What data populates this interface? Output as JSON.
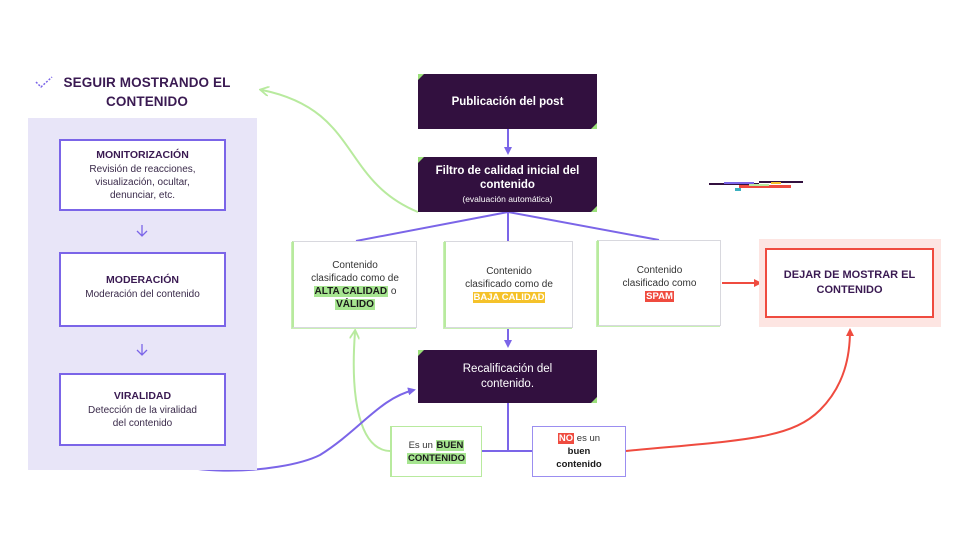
{
  "left": {
    "title_line1": "SEGUIR MOSTRANDO EL",
    "title_line2": "CONTENIDO",
    "monitor": {
      "title": "MONITORIZACIÓN",
      "line1": "Revisión de reacciones,",
      "line2": "visualización, ocultar,",
      "line3": "denunciar, etc."
    },
    "moderation": {
      "title": "MODERACIÓN",
      "line1": "Moderación del contenido"
    },
    "virality": {
      "title": "VIRALIDAD",
      "line1": "Detección de la viralidad",
      "line2": "del contenido"
    }
  },
  "flow": {
    "post": "Publicación del post",
    "filter_line1": "Filtro de calidad inicial del",
    "filter_line2": "contenido",
    "filter_sub": "(evaluación automática)",
    "recal_line1": "Recalificación del",
    "recal_line2": "contenido."
  },
  "classes": {
    "high": {
      "line1": "Contenido",
      "line2": "clasificado como de",
      "tag": "ALTA CALIDAD",
      "mid": " o",
      "tag2": "VÁLIDO"
    },
    "low": {
      "line1": "Contenido",
      "line2": "clasificado como de",
      "tag": "BAJA CALIDAD"
    },
    "spam": {
      "line1": "Contenido",
      "line2": "clasificado como",
      "tag": "SPAM"
    }
  },
  "stop": {
    "line1": "DEJAR DE MOSTRAR EL",
    "line2": "CONTENIDO"
  },
  "results": {
    "good": {
      "pre": "Es un ",
      "tag1": "BUEN",
      "tag2": "CONTENIDO"
    },
    "bad": {
      "tag": "NO",
      "post": " es un",
      "line2": "buen",
      "line3": "contenido"
    }
  },
  "colors": {
    "purple": "#7b65e8",
    "dark": "#32103f",
    "green": "#b8ea9e",
    "red": "#ef4b3f"
  }
}
